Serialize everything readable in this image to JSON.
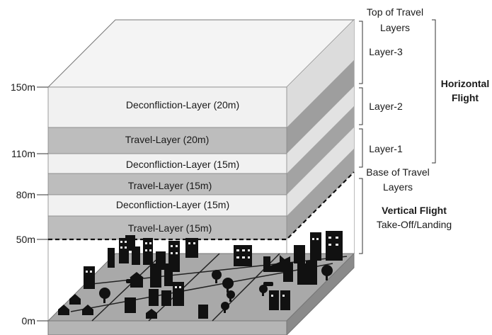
{
  "altitudes": {
    "m150": "150m",
    "m110": "110m",
    "m80": "80m",
    "m50": "50m",
    "m0": "0m"
  },
  "bands": [
    {
      "label": "Deconfliction-Layer (20m)",
      "color": "#f1f1f1"
    },
    {
      "label": "Travel-Layer (20m)",
      "color": "#bdbdbd"
    },
    {
      "label": "Deconfliction-Layer (15m)",
      "color": "#f1f1f1"
    },
    {
      "label": "Travel-Layer (15m)",
      "color": "#bdbdbd"
    },
    {
      "label": "Deconfliction-Layer (15m)",
      "color": "#f1f1f1"
    },
    {
      "label": "Travel-Layer (15m)",
      "color": "#bdbdbd"
    }
  ],
  "right_labels": {
    "top_line1": "Top of Travel",
    "top_line2": "Layers",
    "layer3": "Layer-3",
    "layer2": "Layer-2",
    "layer1": "Layer-1",
    "base_line1": "Base of Travel",
    "base_line2": "Layers",
    "horizontal_line1": "Horizontal",
    "horizontal_line2": "Flight",
    "vertical_title": "Vertical Flight",
    "vertical_sub": "Take-Off/Landing"
  },
  "colors": {
    "top_face": "#f4f4f4",
    "deconfliction": "#f1f1f1",
    "travel": "#bdbdbd",
    "side_light": "#cfcfcf",
    "side_dark": "#9a9a9a",
    "ground": "#a9a9a9",
    "ground_side": "#8a8a8a",
    "buildings": "#111111"
  }
}
